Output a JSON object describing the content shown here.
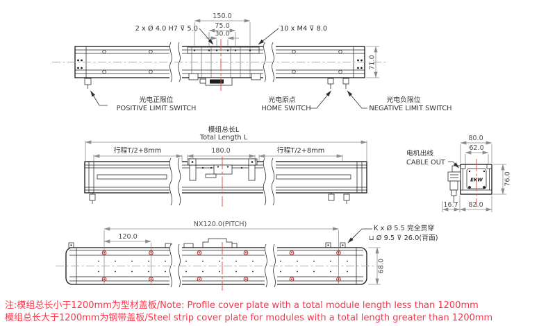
{
  "top_view": {
    "dim_overall": "150.0",
    "dim_mid": "75.0",
    "dim_inner": "30.0",
    "dowel_note": "2 x  Ø 4.0 H7   ⊽ 5.0",
    "tap_note": "10 x  M4   ⊽ 8.0",
    "dim_width": "71.0",
    "positive_limit": {
      "cn": "光电正限位",
      "en": "POSITIVE LIMIT SWITCH"
    },
    "home": {
      "cn": "光电原点",
      "en": "HOME  SWITCH"
    },
    "negative_limit": {
      "cn": "光电负限位",
      "en": "NEGATIVE LIMIT SWITCH"
    }
  },
  "side_view": {
    "total_length": {
      "cn": "模组总长L",
      "en": "Total Length L"
    },
    "stroke_left": "行程T/2+8mm",
    "dim_center": "180.0",
    "stroke_right": "行程T/2+8mm"
  },
  "end_view": {
    "cable_out": {
      "cn": "电机出线",
      "en": "CABLE OUT"
    },
    "dim_top_outer": "80.0",
    "dim_top_inner": "62.0",
    "dim_height": "76.0",
    "dim_offset": "16.7",
    "dim_bottom": "82.0",
    "logo": "EKW"
  },
  "bottom_view": {
    "pitch_note": "NX120.0(PITCH)",
    "dim_pitch": "120.0",
    "mount_note_1": "K x  Ø 5.5 完全贯穿",
    "mount_note_2": "⊔ Ø 9.5  ⊽ 26.0(背面)",
    "dim_width": "68.0"
  },
  "notes": {
    "line1": "注:模组总长小于1200mm为型材盖板/Note: Profile cover plate with a total module length less than 1200mm",
    "line2": "模组总长大于1200mm为钢带盖板/Steel strip cover plate for modules with a total length greater than 1200mm"
  },
  "colors": {
    "line": "#1a1a1a",
    "dimension": "#6f6f6f",
    "centerline": "#e8716f",
    "hole_highlight": "#c22a2a",
    "note": "#fb3449"
  }
}
